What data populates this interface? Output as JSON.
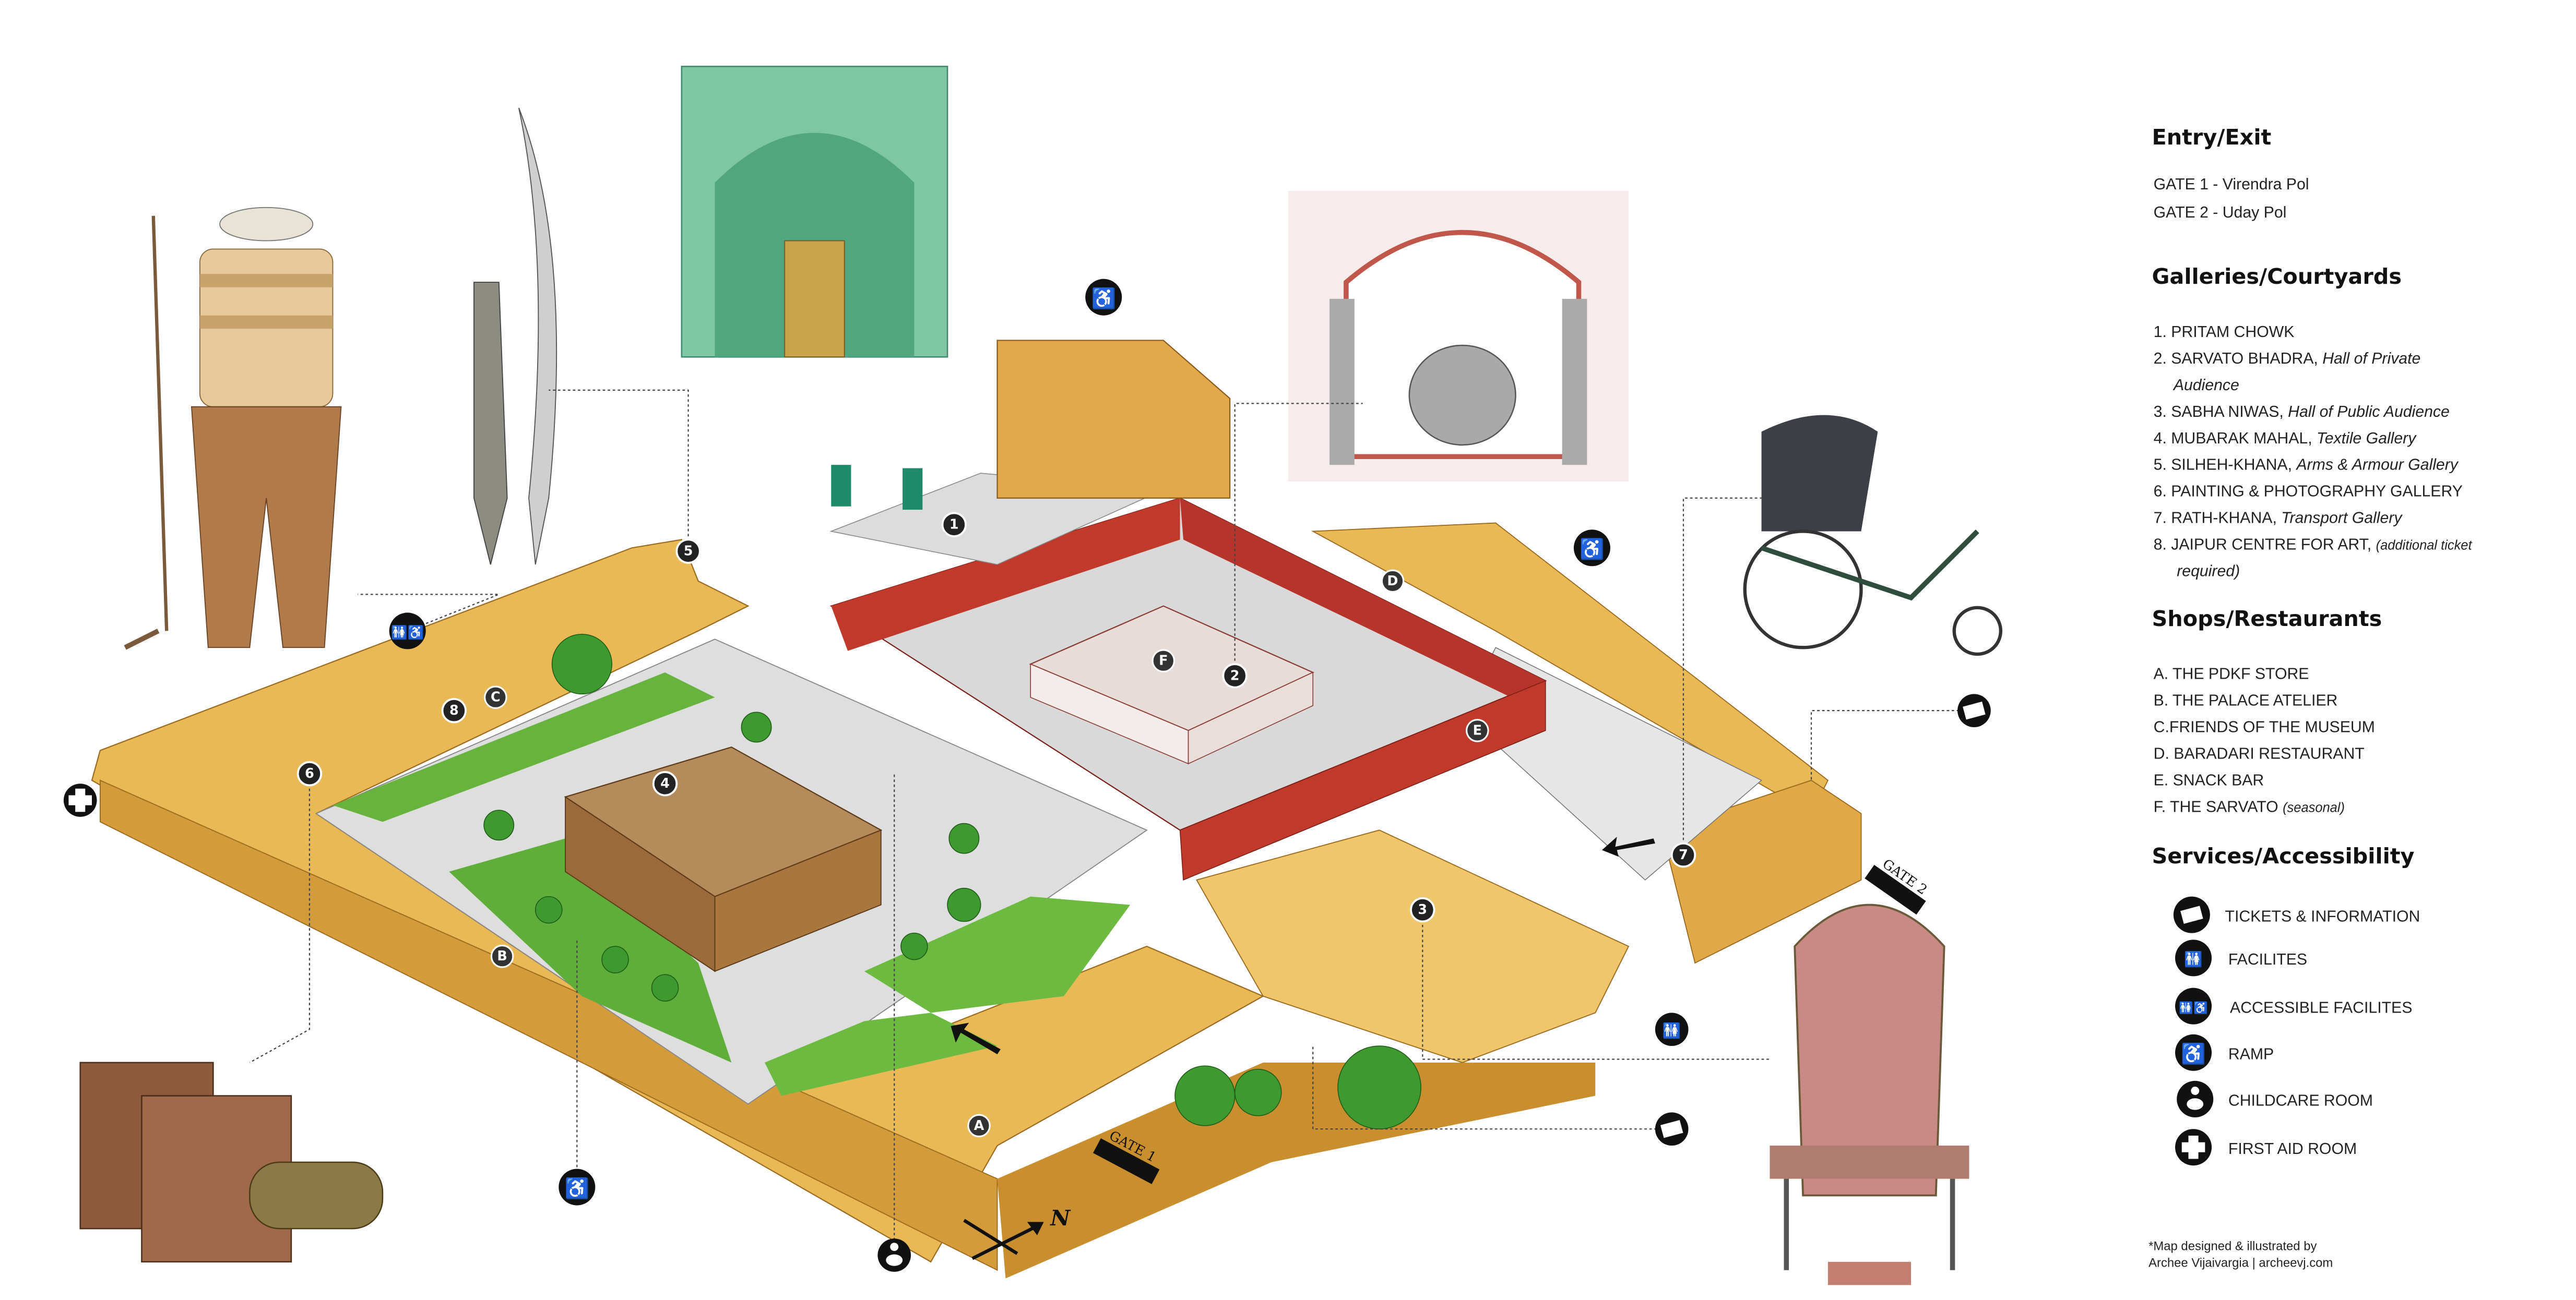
{
  "legend": {
    "entry_exit": {
      "title": "Entry/Exit",
      "items": [
        "GATE 1 - Virendra Pol",
        "GATE 2 - Uday Pol"
      ]
    },
    "galleries": {
      "title": "Galleries/Courtyards",
      "items": [
        {
          "name": "1. PRITAM CHOWK",
          "note": ""
        },
        {
          "name": "2. SARVATO BHADRA,",
          "note": "Hall of Private",
          "note2": "Audience"
        },
        {
          "name": "3. SABHA NIWAS,",
          "note": "Hall of Public Audience"
        },
        {
          "name": "4. MUBARAK MAHAL,",
          "note": "Textile Gallery"
        },
        {
          "name": "5. SILHEH-KHANA,",
          "note": "Arms & Armour Gallery"
        },
        {
          "name": "6. PAINTING & PHOTOGRAPHY GALLERY",
          "note": ""
        },
        {
          "name": "7. RATH-KHANA,",
          "note": "Transport Gallery"
        },
        {
          "name": "8. JAIPUR CENTRE FOR ART,",
          "note": "(additional ticket",
          "note2": "required)"
        }
      ]
    },
    "shops": {
      "title": "Shops/Restaurants",
      "items": [
        {
          "name": "A. THE PDKF STORE",
          "note": ""
        },
        {
          "name": "B. THE PALACE ATELIER",
          "note": ""
        },
        {
          "name": "C.FRIENDS OF THE MUSEUM",
          "note": ""
        },
        {
          "name": "D. BARADARI RESTAURANT",
          "note": ""
        },
        {
          "name": "E. SNACK BAR",
          "note": ""
        },
        {
          "name": "F. THE SARVATO",
          "note": "(seasonal)"
        }
      ]
    },
    "services": {
      "title": "Services/Accessibility",
      "items": [
        {
          "icon": "ticket-icon",
          "label": "TICKETS & INFORMATION"
        },
        {
          "icon": "restroom-icon",
          "label": "FACILITES"
        },
        {
          "icon": "accessible-restroom-icon",
          "label": "ACCESSIBLE FACILITES"
        },
        {
          "icon": "ramp-icon",
          "label": "RAMP"
        },
        {
          "icon": "childcare-icon",
          "label": "CHILDCARE ROOM"
        },
        {
          "icon": "first-aid-icon",
          "label": "FIRST AID ROOM"
        }
      ]
    },
    "credit": [
      "*Map designed & illustrated by",
      "Archee Vijaivargia | archeevj.com"
    ]
  },
  "map": {
    "numbers": [
      "1",
      "2",
      "3",
      "4",
      "5",
      "6",
      "7",
      "8"
    ],
    "letters": [
      "A",
      "B",
      "C",
      "D",
      "E",
      "F"
    ],
    "gate1": "GATE 1",
    "gate2": "GATE 2",
    "north": "N"
  },
  "colors": {
    "sandstone": "#e9b955",
    "sandstone_dark": "#c98f2e",
    "red_wall": "#c0392b",
    "lawn": "#5fae3a",
    "courtyard": "#dcdcdc",
    "marker": "#222222"
  }
}
